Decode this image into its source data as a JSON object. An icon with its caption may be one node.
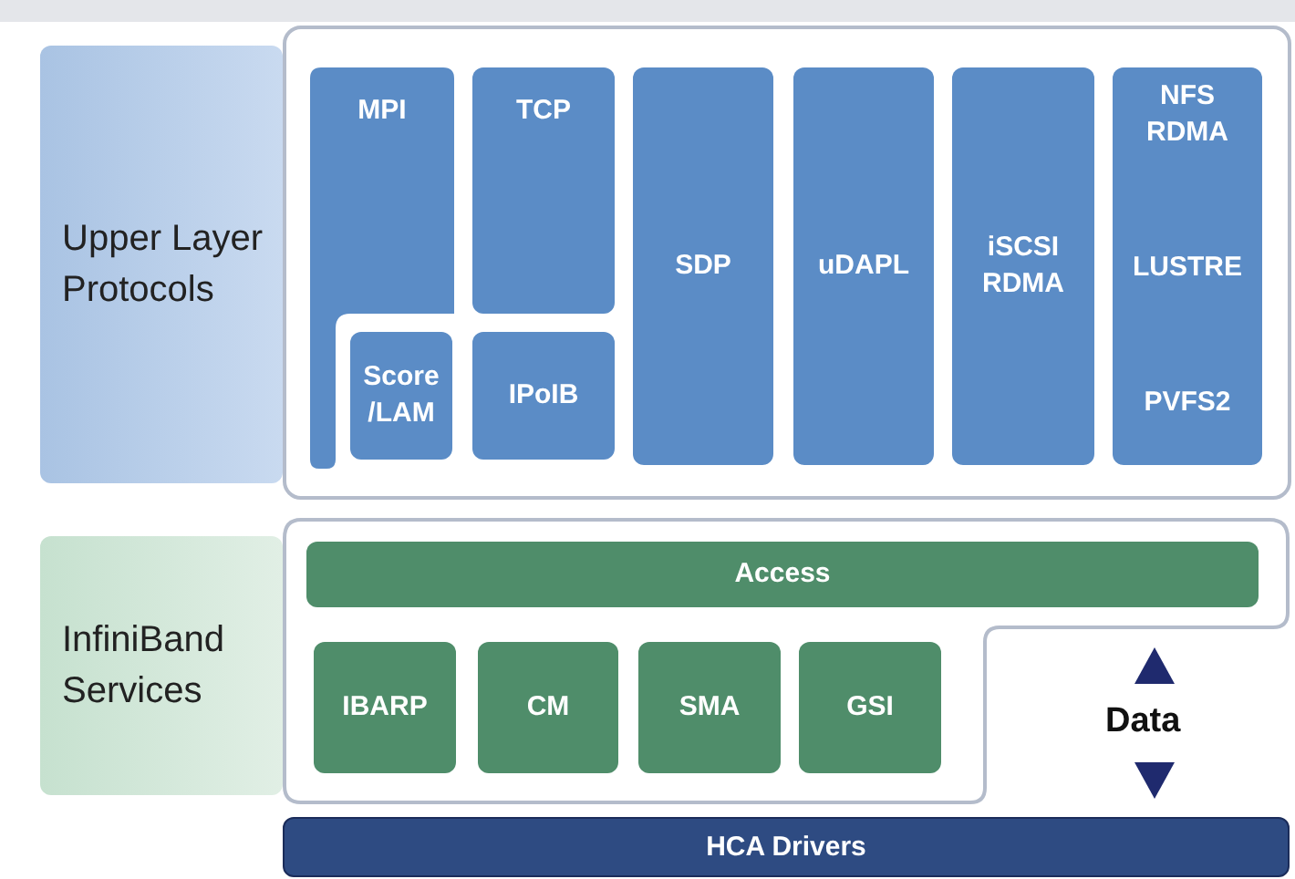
{
  "diagram": {
    "nodes": [
      {
        "text": [
          "Upper Layer Protocols"
        ]
      },
      {
        "text": [],
        "shape": "box"
      },
      {
        "text": [
          "MPI"
        ],
        "in": 1
      },
      {
        "text": [
          "TCP"
        ],
        "in": 1
      },
      {
        "text": [
          "Score /LAM"
        ],
        "in": 1
      },
      {
        "text": [
          "IPoIB"
        ],
        "in": 1
      },
      {
        "text": [
          "SDP"
        ],
        "in": 1
      },
      {
        "text": [
          "uDAPL"
        ],
        "in": 1
      },
      {
        "text": [
          "iSCSI RDMA"
        ],
        "in": 1
      },
      {
        "text": [
          "NFS RDMA",
          "LUSTRE",
          "PVFS2"
        ],
        "in": 1
      },
      {
        "text": [
          "InfiniBand Services"
        ]
      },
      {
        "text": [],
        "shape": "box"
      },
      {
        "text": [
          "Access"
        ],
        "in": 11
      },
      {
        "text": [
          "IBARP"
        ],
        "in": 11
      },
      {
        "text": [
          "CM"
        ],
        "in": 11
      },
      {
        "text": [
          "SMA"
        ],
        "in": 11
      },
      {
        "text": [
          "GSI"
        ],
        "in": 11
      },
      {
        "text": [
          "HCA Drivers"
        ]
      }
    ],
    "edges": [],
    "labels": [
      "Data"
    ]
  }
}
